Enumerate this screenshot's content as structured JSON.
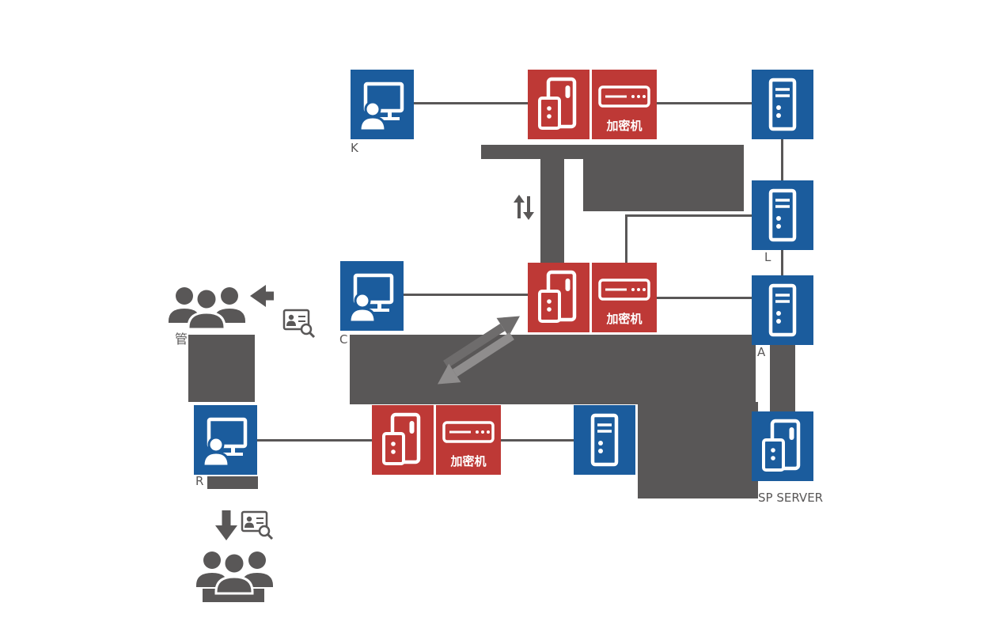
{
  "diagram": {
    "colors": {
      "blue": "#1B5C9D",
      "red": "#BE3936",
      "gray": "#595757",
      "arrow-dark": "#6E6C6C",
      "arrow-light": "#8F8D8D",
      "white": "#FFFFFF"
    },
    "labels": {
      "km_admin_terminal": "K",
      "ca_admin_terminal": "C",
      "ra_admin_terminal": "R",
      "ldap_server": "L",
      "ca_db_server": "A",
      "ocsp_server": "SP SERVER",
      "admin_group": "管",
      "km_encryptor": "加密机",
      "ca_encryptor": "加密机",
      "ra_encryptor": "加密机"
    }
  }
}
